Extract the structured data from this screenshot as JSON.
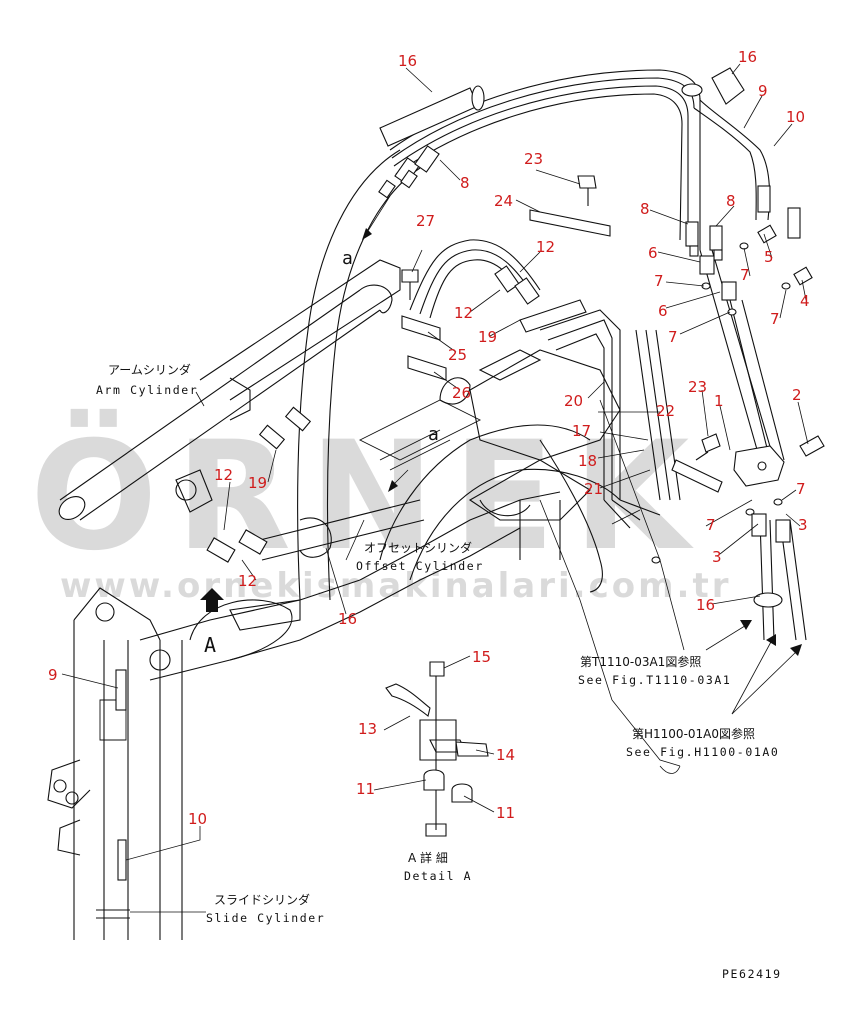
{
  "watermark": {
    "brand": "ÖRNEK",
    "url": "www.ornekismakinalari.com.tr"
  },
  "labels": {
    "arm_cylinder_jp": "アームシリンダ",
    "arm_cylinder_en": "Arm Cylinder",
    "offset_cylinder_jp": "オフセットシリンダ",
    "offset_cylinder_en": "Offset Cylinder",
    "slide_cylinder_jp": "スライドシリンダ",
    "slide_cylinder_en": "Slide Cylinder",
    "detail_jp": "A 詳 細",
    "detail_en": "Detail A",
    "view_a": "A",
    "section_a1": "a",
    "section_a2": "a",
    "ref1_jp": "第T1110-03A1図参照",
    "ref1_en": "See Fig.T1110-03A1",
    "ref2_jp": "第H1100-01A0図参照",
    "ref2_en": "See Fig.H1100-01A0",
    "drawing_no": "PE62419"
  },
  "callouts": {
    "c16a": "16",
    "c16b": "16",
    "c16c": "16",
    "c16d": "16",
    "c9a": "9",
    "c9b": "9",
    "c10a": "10",
    "c10b": "10",
    "c8a": "8",
    "c8b": "8",
    "c8c": "8",
    "c23a": "23",
    "c23b": "23",
    "c24": "24",
    "c12a": "12",
    "c12b": "12",
    "c12c": "12",
    "c12d": "12",
    "c27": "27",
    "c19a": "19",
    "c19b": "19",
    "c25": "25",
    "c26": "26",
    "c6a": "6",
    "c6b": "6",
    "c7a": "7",
    "c7b": "7",
    "c7c": "7",
    "c7d": "7",
    "c7e": "7",
    "c7f": "7",
    "c5": "5",
    "c4": "4",
    "c1": "1",
    "c2": "2",
    "c3a": "3",
    "c3b": "3",
    "c20": "20",
    "c22": "22",
    "c17": "17",
    "c18": "18",
    "c21": "21",
    "c15": "15",
    "c13": "13",
    "c14": "14",
    "c11a": "11",
    "c11b": "11"
  }
}
